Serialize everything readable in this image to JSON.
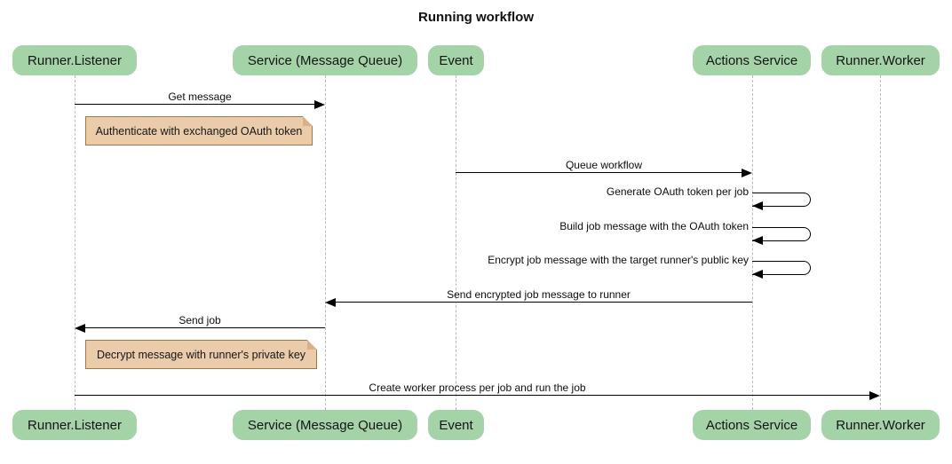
{
  "title": "Running workflow",
  "participants": [
    {
      "label": "Runner.Listener"
    },
    {
      "label": "Service (Message Queue)"
    },
    {
      "label": "Event"
    },
    {
      "label": "Actions Service"
    },
    {
      "label": "Runner.Worker"
    }
  ],
  "messages": [
    {
      "text": "Get message",
      "from": "Runner.Listener",
      "to": "Service (Message Queue)",
      "kind": "arrow"
    },
    {
      "text": "Queue workflow",
      "from": "Event",
      "to": "Actions Service",
      "kind": "arrow"
    },
    {
      "text": "Generate OAuth token per job",
      "from": "Actions Service",
      "to": "Actions Service",
      "kind": "self"
    },
    {
      "text": "Build job message with the OAuth token",
      "from": "Actions Service",
      "to": "Actions Service",
      "kind": "self"
    },
    {
      "text": "Encrypt job message with the target runner's public key",
      "from": "Actions Service",
      "to": "Actions Service",
      "kind": "self"
    },
    {
      "text": "Send encrypted job message to runner",
      "from": "Actions Service",
      "to": "Service (Message Queue)",
      "kind": "arrow"
    },
    {
      "text": "Send job",
      "from": "Service (Message Queue)",
      "to": "Runner.Listener",
      "kind": "arrow"
    },
    {
      "text": "Create worker process per job and run the job",
      "from": "Runner.Listener",
      "to": "Runner.Worker",
      "kind": "arrow"
    }
  ],
  "notes": [
    {
      "text": "Authenticate with exchanged OAuth token",
      "anchor": "Runner.Listener"
    },
    {
      "text": "Decrypt message with runner's private key",
      "anchor": "Runner.Listener"
    }
  ],
  "colors": {
    "participant_fill": "#a4d3a8",
    "note_fill": "#eaccaa",
    "note_border": "#9f7748",
    "lifeline": "#b9b9b9",
    "arrow": "#000000",
    "background": "#ffffff"
  }
}
